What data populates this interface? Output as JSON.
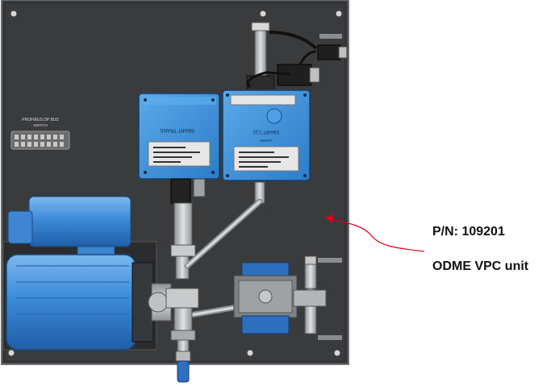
{
  "callout": {
    "part_number": "P/N: 109201",
    "unit_name": "ODME VPC unit"
  },
  "labels": {
    "connector_plate": "PROFIBUS DP BUS",
    "connector_plate_sub": "SWITCH",
    "left_box_name": "SMART TRANS",
    "right_box_name": "SMART C11",
    "right_box_sub": "SMART"
  },
  "colors": {
    "panel": "#3a3b3d",
    "panel_edge": "#6c6d70",
    "enclosure_blue": "#3d8fd6",
    "motor_blue": "#4a93dd",
    "steel": "#bfc2c4",
    "callout_red": "#e0001b",
    "text": "#111111"
  }
}
